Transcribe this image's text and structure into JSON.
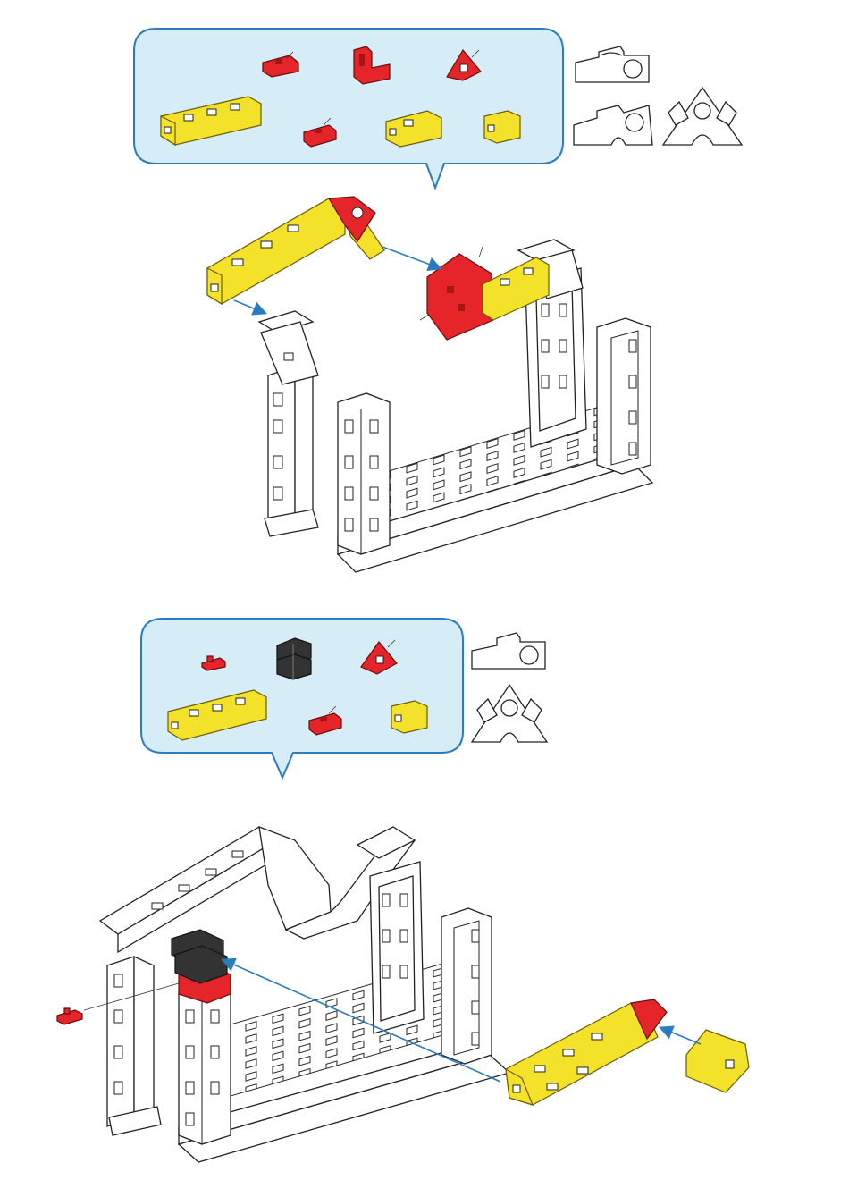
{
  "steps": [
    {
      "parts_bubble": {
        "parts": [
          {
            "name": "red-small-block",
            "color": "#e6252a"
          },
          {
            "name": "red-corner-bracket",
            "color": "#e6252a"
          },
          {
            "name": "red-triangle-block",
            "color": "#e6252a"
          },
          {
            "name": "yellow-long-channel",
            "color": "#f3e12a"
          },
          {
            "name": "red-small-block",
            "color": "#e6252a"
          },
          {
            "name": "yellow-medium-channel",
            "color": "#f3e12a"
          },
          {
            "name": "yellow-short-channel",
            "color": "#f3e12a"
          }
        ]
      },
      "diagram_icons": [
        "block-profile-icon",
        "block-wedge-icon",
        "triangle-joint-icon"
      ]
    },
    {
      "parts_bubble": {
        "parts": [
          {
            "name": "red-pin",
            "color": "#e6252a"
          },
          {
            "name": "black-double-block",
            "color": "#333333"
          },
          {
            "name": "red-triangle-block",
            "color": "#e6252a"
          },
          {
            "name": "yellow-long-channel",
            "color": "#f3e12a"
          },
          {
            "name": "red-small-block",
            "color": "#e6252a"
          },
          {
            "name": "yellow-short-channel",
            "color": "#f3e12a"
          }
        ]
      },
      "diagram_icons": [
        "block-profile-icon",
        "triangle-joint-icon"
      ]
    }
  ],
  "colors": {
    "accent": "#2b7bbf",
    "bubble_fill": "#d6ecf7",
    "yellow": "#f3e12a",
    "red": "#e6252a",
    "black": "#333333"
  }
}
